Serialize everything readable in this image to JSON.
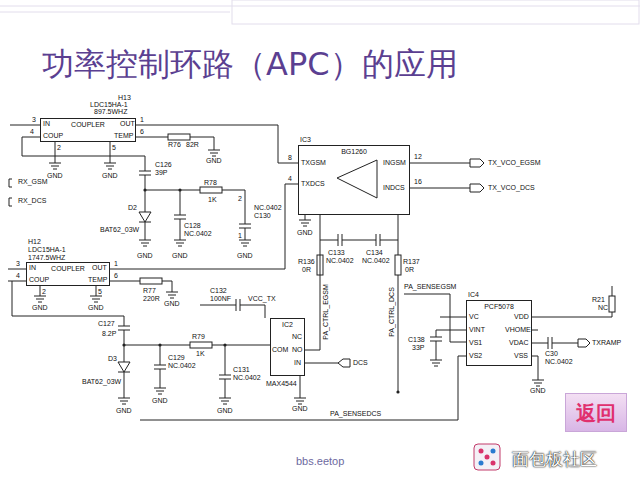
{
  "diagram": {
    "title": "功率控制环路（APC）的应用",
    "nodes": [
      {
        "text": [
          "COUPLER"
        ]
      },
      {
        "text": [
          "BG1260"
        ]
      },
      {
        "text": [
          "COUPLER"
        ]
      },
      {
        "text": [
          "PCF5078"
        ]
      },
      {
        "text": [
          "IC2"
        ]
      },
      {
        "text": [
          "返回"
        ]
      }
    ],
    "edges": [
      {
        "from": 1,
        "to": 4,
        "arrow": "none"
      }
    ],
    "labels": [
      "H13",
      "LDC15HA-1",
      "897.5WHZ",
      "3",
      "IN",
      "OUT",
      "1",
      "4",
      "COUP",
      "TEMP",
      "6",
      "2",
      "5",
      "GND",
      "GND",
      "R76",
      "82R",
      "GND",
      "C126",
      "39P",
      "RX_GSM",
      "RX_DCS",
      "R78",
      "1K",
      "D2",
      "BAT62_03W",
      "C128",
      "NC.0402",
      "NC.0402",
      "C130",
      "2",
      "1",
      "GND",
      "GND",
      "GND",
      "IC3",
      "TXGSM",
      "TXDCS",
      "INGSM",
      "INDCS",
      "8",
      "4",
      "12",
      "16",
      "TX_VCO_EGSM",
      "TX_VCO_DCS",
      "GND",
      "R136",
      "0R",
      "C133",
      "NC.0402",
      "C134",
      "NC.0402",
      "R137",
      "0R",
      "PA_SENSEGSM",
      "PA_CTRL_EGSM",
      "PA_CTRL_DCS",
      "H12",
      "LDC15HA-1",
      "1747.5WHZ",
      "3",
      "IN",
      "OUT",
      "1",
      "4",
      "COUP",
      "TEMP",
      "6",
      "2",
      "5",
      "GND",
      "GND",
      "R77",
      "220R",
      "GND",
      "C127",
      "8.2P",
      "R79",
      "1K",
      "D3",
      "BAT62_03W",
      "C129",
      "NC.0402",
      "C131",
      "NC.0402",
      "GND",
      "GND",
      "GND",
      "C132",
      "100NF",
      "VCC_TX",
      "MAX4544",
      "GND",
      "DCS",
      "PA_SENSEDCS",
      "IC4",
      "VC",
      "VINT",
      "VS1",
      "VS2",
      "VDD",
      "VHOME",
      "VDAC",
      "VSS",
      "C138",
      "33P",
      "R21",
      "NC",
      "C30",
      "NC.0402",
      "TXRAMP",
      "GND",
      "COM",
      "NC",
      "NO",
      "IN",
      "bbs.eetop",
      "面包板社区"
    ]
  }
}
